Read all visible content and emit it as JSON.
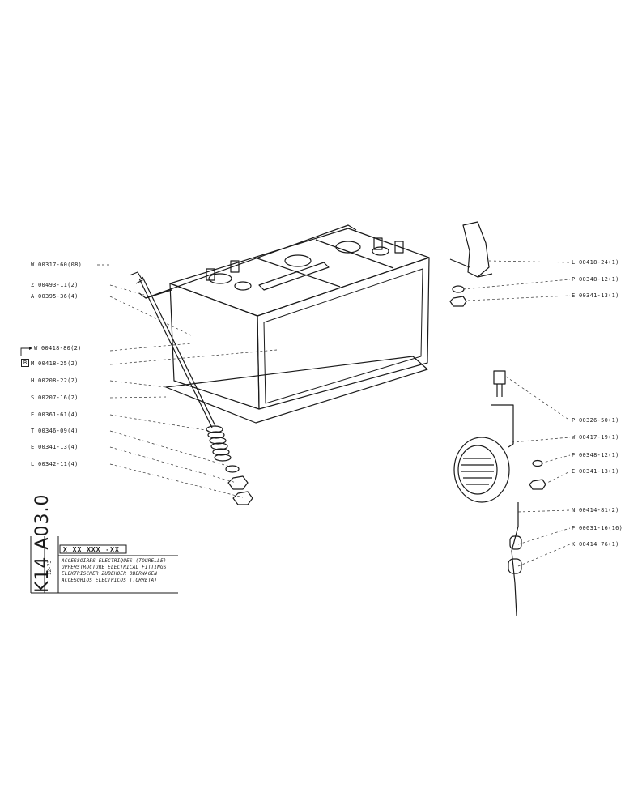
{
  "left_callouts": [
    {
      "text": "W 00317-60(08)"
    },
    {
      "text": "Z 00493-11(2)"
    },
    {
      "text": "A 00395-36(4)"
    },
    {
      "text": "W 00418-80(2)"
    },
    {
      "text": "M 00418-25(2)",
      "tag": "B"
    },
    {
      "text": "H 00208-22(2)"
    },
    {
      "text": "S 00207-16(2)"
    },
    {
      "text": "E 00361-61(4)"
    },
    {
      "text": "T 00346-09(4)"
    },
    {
      "text": "E 00341-13(4)"
    },
    {
      "text": "L 00342-11(4)"
    }
  ],
  "right_callouts": [
    {
      "text": "L 00418-24(1)"
    },
    {
      "text": "P 00348-12(1)"
    },
    {
      "text": "E 00341-13(1)"
    },
    {
      "text": "P 00326-50(1)"
    },
    {
      "text": "W 00417-19(1)"
    },
    {
      "text": "P 00348-12(1)"
    },
    {
      "text": "E 00341-13(1)"
    },
    {
      "text": "N 00414-81(2)"
    },
    {
      "text": "P 00031-16(16)"
    },
    {
      "text": "K 00414 76(1)"
    }
  ],
  "title_block": {
    "drawing_id": "K14 A03.0",
    "date": "12-73",
    "code": "X XX XXX -XX",
    "lines": [
      "ACCESSOIRES ELECTRIQUES (TOURELLE)",
      "UPPERSTRUCTURE ELECTRICAL FITTINGS",
      "ELEKTRISCHER ZUBEHOER OBERWAGEN",
      "ACCESORIOS ELECTRICOS (TORRETA)"
    ]
  }
}
